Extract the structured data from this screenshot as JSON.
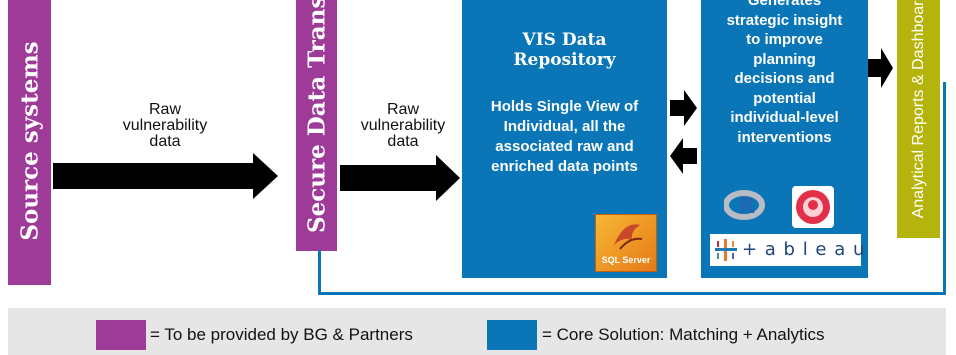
{
  "source_bar": {
    "label": "Source systems",
    "color": "#9e3a97"
  },
  "transfer_bar": {
    "label": "Secure Data Transfer",
    "color": "#9e3a97"
  },
  "flow_label_1": [
    "Raw",
    "vulnerability",
    "data"
  ],
  "flow_label_2": [
    "Raw",
    "vulnerability",
    "data"
  ],
  "repository": {
    "title_line1": "VIS Data",
    "title_line2": "Repository",
    "body": [
      "Holds Single View of",
      "Individual, all the",
      "associated raw and",
      "enriched data points"
    ],
    "logo_text": "SQL Server"
  },
  "analytics": {
    "body": [
      "Generates",
      "strategic insight",
      "to improve",
      "planning",
      "decisions and",
      "potential",
      "individual-level",
      "interventions"
    ],
    "logo_r": "R",
    "logo_tableau": "+ a b l e a u"
  },
  "reports_bar": {
    "label": "Analytical Reports & Dashboards",
    "color": "#b5b40c"
  },
  "legend": {
    "item1": {
      "color": "#9e3a97",
      "text": "= To be provided by BG & Partners"
    },
    "item2": {
      "color": "#0a76b7",
      "text": "= Core Solution: Matching + Analytics"
    }
  },
  "colors": {
    "blue": "#0a76b7",
    "purple": "#9e3a97",
    "olive": "#b5b40c",
    "legend_bg": "#e6e6e6"
  }
}
